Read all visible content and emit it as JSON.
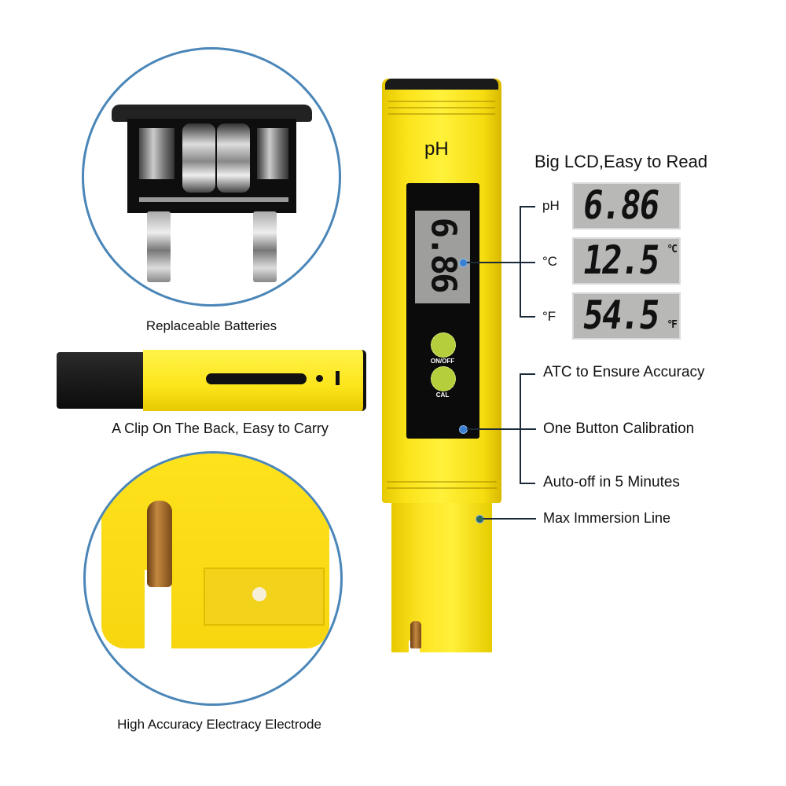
{
  "product": {
    "device_label": "pH",
    "screen_reading": "6.86",
    "buttons": [
      {
        "label": "ON/OFF",
        "color": "#b5cf3c"
      },
      {
        "label": "CAL",
        "color": "#b5cf3c"
      }
    ]
  },
  "lcd_section": {
    "heading": "Big LCD,Easy to Read",
    "readings": [
      {
        "label": "pH",
        "value": "6.86",
        "unit": ""
      },
      {
        "label": "°C",
        "value": "12.5",
        "unit": "°C"
      },
      {
        "label": "°F",
        "value": "54.5",
        "unit": "°F"
      }
    ]
  },
  "features": [
    "ATC to Ensure Accuracy",
    "One Button Calibration",
    "Auto-off in 5 Minutes",
    "Max Immersion Line"
  ],
  "insets": [
    {
      "caption": "Replaceable Batteries"
    },
    {
      "caption": "A Clip On The Back, Easy to Carry"
    },
    {
      "caption": "High Accuracy Electracy Electrode"
    }
  ],
  "colors": {
    "pen_yellow": "#fbe31a",
    "circle_border": "#4a86b8",
    "callout_line": "#1b2a38",
    "callout_dot": "#3a7fd0",
    "lcd_gray": "#b8b8b6"
  }
}
